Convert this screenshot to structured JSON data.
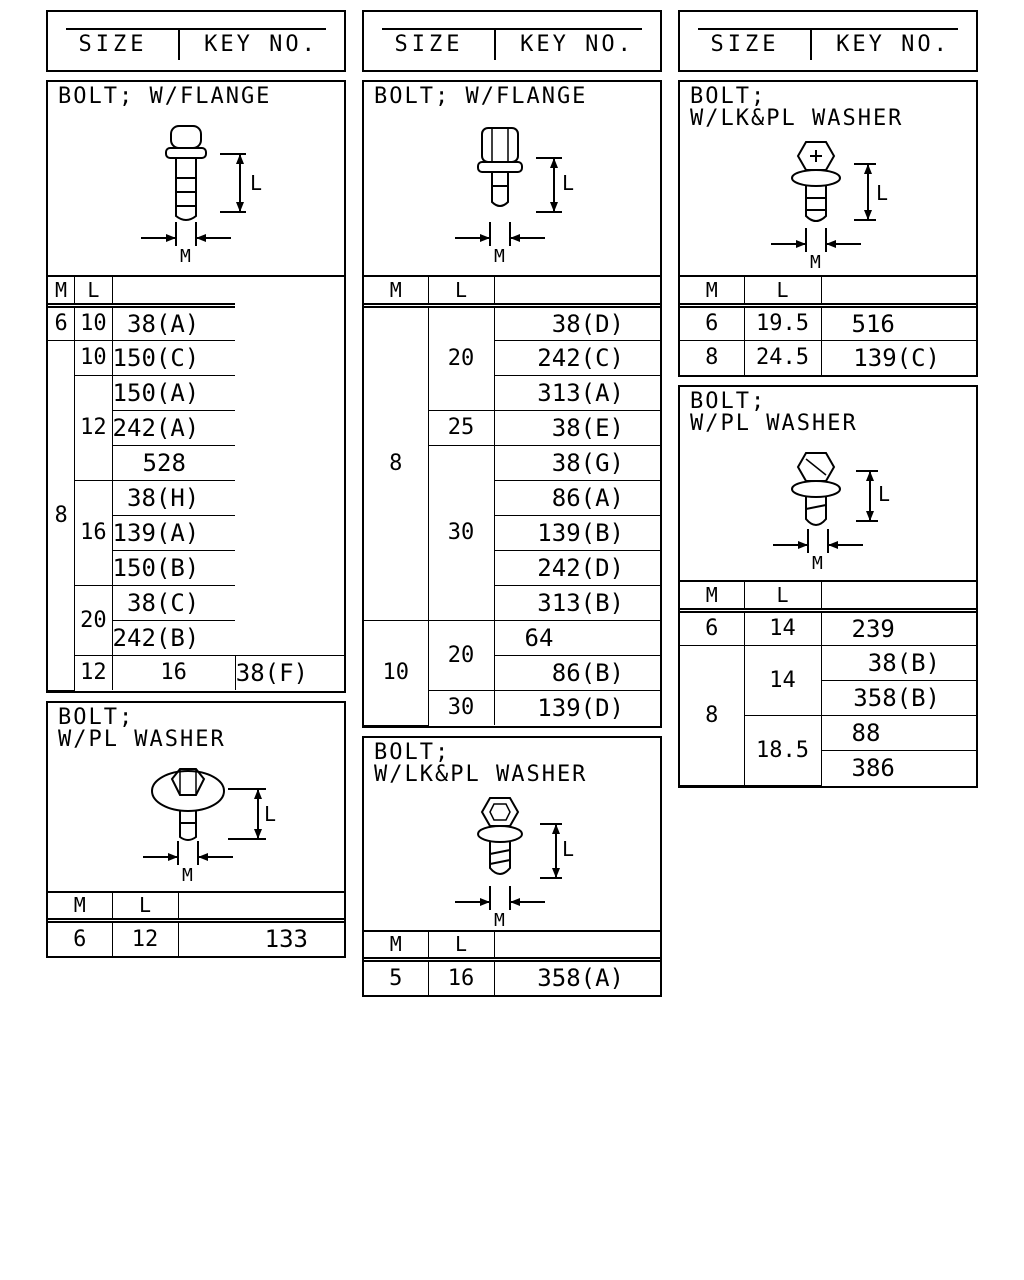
{
  "header": {
    "size": "SIZE",
    "key_no": "KEY NO."
  },
  "col_m": "M",
  "col_l": "L",
  "dim_l": "L",
  "dim_m": "M",
  "col1": {
    "flange": {
      "title": "BOLT; W/FLANGE",
      "r": [
        [
          "6",
          "10",
          "38(A)"
        ],
        [
          "8",
          "10",
          "150(C)"
        ],
        [
          "12",
          "150(A)"
        ],
        [
          "242(A)"
        ],
        [
          "528"
        ],
        [
          "16",
          "38(H)"
        ],
        [
          "139(A)"
        ],
        [
          "150(B)"
        ],
        [
          "20",
          "38(C)"
        ],
        [
          "242(B)"
        ],
        [
          "12",
          "16",
          "38(F)"
        ]
      ]
    },
    "pl": {
      "title": "BOLT;\nW/PL WASHER",
      "r": [
        [
          "6",
          "12",
          "133"
        ]
      ]
    }
  },
  "col2": {
    "flange": {
      "title": "BOLT; W/FLANGE",
      "r": [
        [
          "8",
          "20",
          "38(D)"
        ],
        [
          "242(C)"
        ],
        [
          "313(A)"
        ],
        [
          "25",
          "38(E)"
        ],
        [
          "30",
          "38(G)"
        ],
        [
          "86(A)"
        ],
        [
          "139(B)"
        ],
        [
          "242(D)"
        ],
        [
          "313(B)"
        ],
        [
          "10",
          "20",
          "64"
        ],
        [
          "86(B)"
        ],
        [
          "30",
          "139(D)"
        ]
      ]
    },
    "lkpl": {
      "title": "BOLT;\nW/LK&PL WASHER",
      "r": [
        [
          "5",
          "16",
          "358(A)"
        ]
      ]
    }
  },
  "col3": {
    "lkpl": {
      "title": "BOLT;\nW/LK&PL WASHER",
      "r": [
        [
          "6",
          "19.5",
          "516"
        ],
        [
          "8",
          "24.5",
          "139(C)"
        ]
      ]
    },
    "pl": {
      "title": "BOLT;\nW/PL WASHER",
      "r": [
        [
          "6",
          "14",
          "239"
        ],
        [
          "8",
          "14",
          "38(B)"
        ],
        [
          "358(B)"
        ],
        [
          "18.5",
          "88"
        ],
        [
          "386"
        ]
      ]
    }
  }
}
